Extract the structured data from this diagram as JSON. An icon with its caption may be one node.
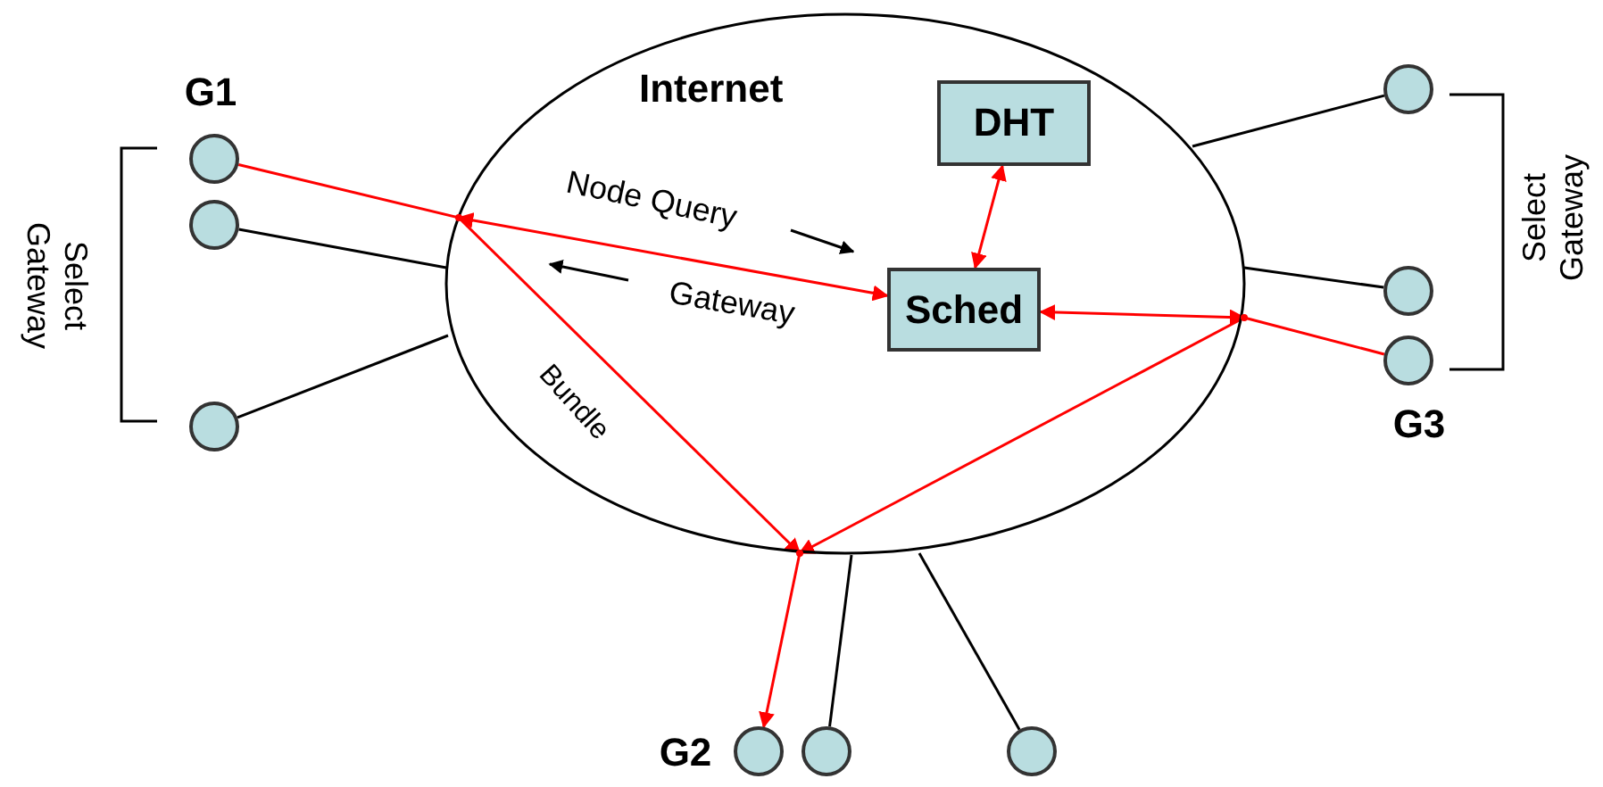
{
  "diagram": {
    "nodes": [
      {
        "text": [
          "Internet"
        ]
      },
      {
        "text": [
          "DHT"
        ],
        "in": 0
      },
      {
        "text": [
          "Sched"
        ],
        "in": 0
      },
      {
        "text": [],
        "shape": "circle",
        "beside": [
          "G1"
        ]
      },
      {
        "text": [],
        "shape": "circle"
      },
      {
        "text": [],
        "shape": "circle"
      },
      {
        "text": [],
        "shape": "circle"
      },
      {
        "text": [],
        "shape": "circle"
      },
      {
        "text": [],
        "shape": "circle",
        "beside": [
          "G3"
        ]
      },
      {
        "text": [],
        "shape": "circle",
        "beside": [
          "G2"
        ]
      },
      {
        "text": [],
        "shape": "circle"
      },
      {
        "text": [],
        "shape": "circle"
      },
      {
        "text": [],
        "shape": "dot",
        "in": 0
      },
      {
        "text": [],
        "shape": "dot",
        "in": 0
      },
      {
        "text": [],
        "shape": "dot",
        "in": 0
      }
    ],
    "edges": [
      {
        "from": 3,
        "to": 12,
        "arrow": "none"
      },
      {
        "from": 12,
        "to": 2,
        "arrow": "both"
      },
      {
        "from": 12,
        "to": 14,
        "arrow": "to",
        "label": "Bundle"
      },
      {
        "from": 2,
        "to": 13,
        "arrow": "both"
      },
      {
        "from": 8,
        "to": 13,
        "arrow": "none"
      },
      {
        "from": 13,
        "to": 14,
        "arrow": "to"
      },
      {
        "from": 14,
        "to": 9,
        "arrow": "to"
      },
      {
        "from": 1,
        "to": 2,
        "arrow": "both"
      },
      {
        "from": 4,
        "to": 0,
        "arrow": "none",
        "color": "#000000"
      },
      {
        "from": 5,
        "to": 0,
        "arrow": "none",
        "color": "#000000"
      },
      {
        "from": 6,
        "to": 0,
        "arrow": "none",
        "color": "#000000"
      },
      {
        "from": 7,
        "to": 0,
        "arrow": "none",
        "color": "#000000"
      },
      {
        "from": 10,
        "to": 0,
        "arrow": "none",
        "color": "#000000"
      },
      {
        "from": 11,
        "to": 0,
        "arrow": "none",
        "color": "#000000"
      }
    ],
    "labels": [
      "Node Query",
      "Gateway",
      "Select Gateway",
      "Select Gateway"
    ]
  }
}
